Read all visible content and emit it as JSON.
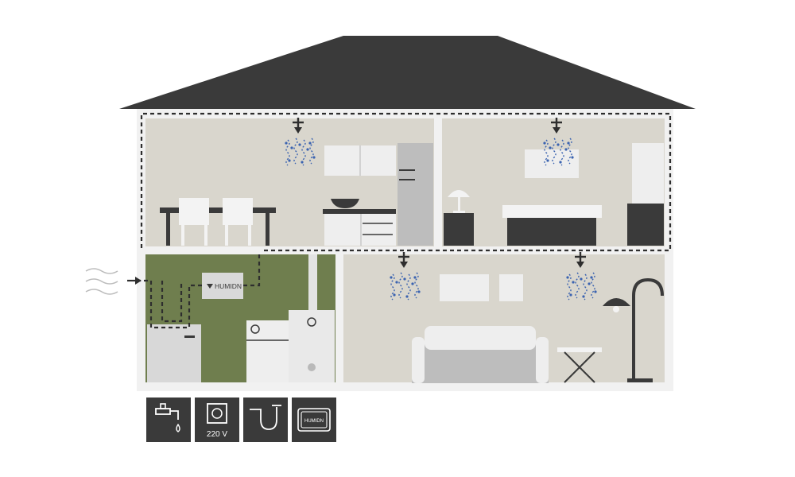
{
  "colors": {
    "roof": "#3a3a3a",
    "wall": "#f1f1f1",
    "room_fill": "#d9d6cd",
    "utility_fill": "#6f7e4e",
    "appliance": "#e7e7e7",
    "appliance_dark": "#3a3a3a",
    "duct": "#2e2e2e",
    "particle": "#3b63b0",
    "icon_bg": "#3a3a3a",
    "icon_fg": "#ffffff",
    "air_waves": "#bcbcbc"
  },
  "unit": {
    "brand": "HUMIDN"
  },
  "legend": {
    "items": [
      {
        "icon": "water-tap-icon",
        "label": ""
      },
      {
        "icon": "power-socket-icon",
        "label": "220 V"
      },
      {
        "icon": "drain-pipe-icon",
        "label": ""
      },
      {
        "icon": "control-panel-icon",
        "label": "HUMIDN"
      }
    ]
  }
}
